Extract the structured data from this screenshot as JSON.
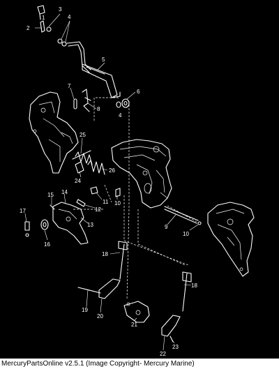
{
  "diagram": {
    "callouts": [
      "1",
      "2",
      "3",
      "4",
      "4",
      "5",
      "6",
      "7",
      "8",
      "25",
      "26",
      "24",
      "14",
      "15",
      "17",
      "16",
      "13",
      "12",
      "11",
      "10",
      "10",
      "9",
      "18",
      "18",
      "19",
      "20",
      "21",
      "22",
      "23"
    ]
  },
  "footer": {
    "caption": "MercuryPartsOnline v2.5.1 (Image Copyright- Mercury Marine)"
  }
}
